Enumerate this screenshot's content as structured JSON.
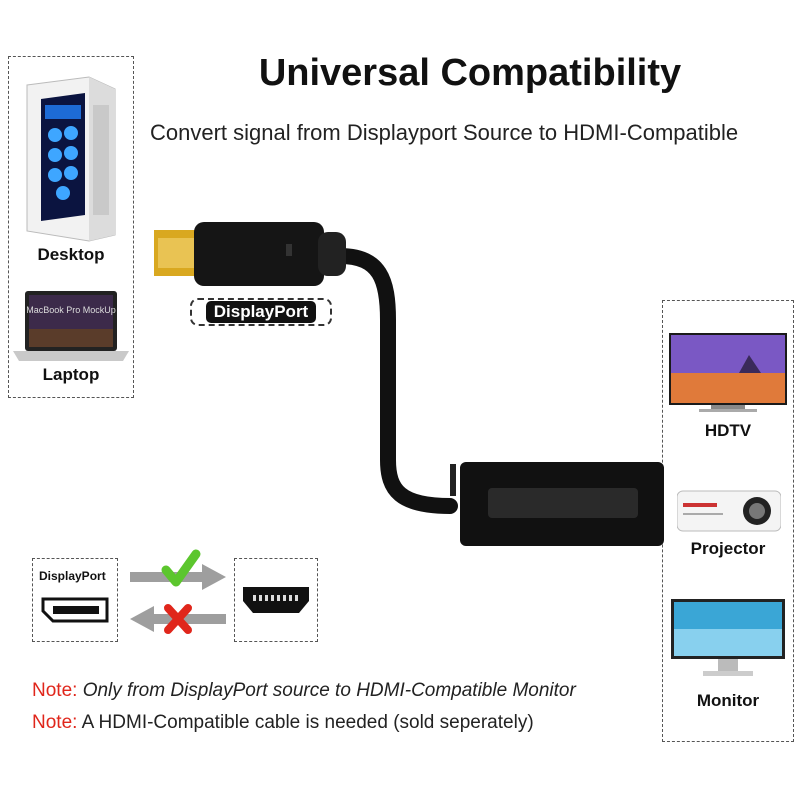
{
  "header": {
    "title": "Universal Compatibility",
    "subtitle": "Convert signal from Displayport Source to HDMI-Compatible"
  },
  "left_panel": {
    "devices": [
      {
        "label": "Desktop"
      },
      {
        "label": "Laptop",
        "screen_text": "MacBook Pro MockUp"
      }
    ]
  },
  "right_panel": {
    "devices": [
      {
        "label": "HDTV"
      },
      {
        "label": "Projector"
      },
      {
        "label": "Monitor"
      }
    ]
  },
  "connector": {
    "badge": "DisplayPort"
  },
  "direction_diagram": {
    "source_label": "DisplayPort",
    "forward": "check",
    "reverse": "cross"
  },
  "notes": [
    {
      "prefix": "Note:",
      "text_a": " Only from DisplayPort source to ",
      "text_b": "HDMI-Compatible",
      "text_c": " Monitor"
    },
    {
      "prefix": "Note:",
      "text": " A HDMI-Compatible cable is needed (sold seperately)"
    }
  ],
  "colors": {
    "note_red": "#e0261b",
    "check_green": "#5cc62e",
    "cross_red": "#e0261b",
    "plug_gold": "#d9a820"
  }
}
